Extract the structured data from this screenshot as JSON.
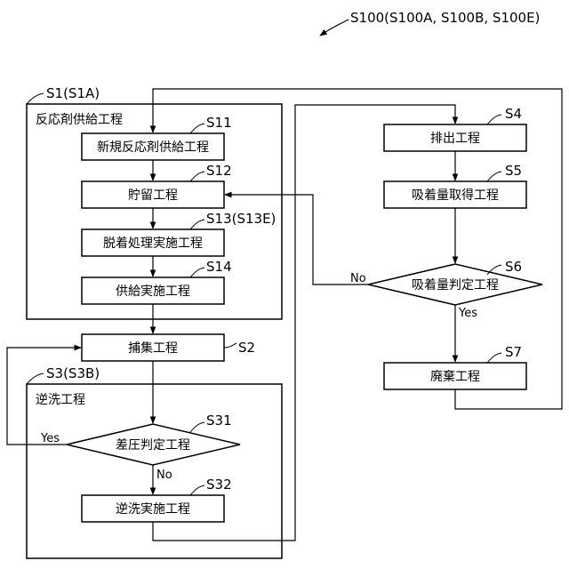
{
  "title": "S100(S100A, S100B, S100E)",
  "groups": {
    "s1": {
      "id": "S1(S1A)",
      "name": "反応剤供給工程"
    },
    "s3": {
      "id": "S3(S3B)",
      "name": "逆洗工程"
    }
  },
  "steps": {
    "s11": {
      "id": "S11",
      "label": "新規反応剤供給工程"
    },
    "s12": {
      "id": "S12",
      "label": "貯留工程"
    },
    "s13": {
      "id": "S13(S13E)",
      "label": "脱着処理実施工程"
    },
    "s14": {
      "id": "S14",
      "label": "供給実施工程"
    },
    "s2": {
      "id": "S2",
      "label": "捕集工程"
    },
    "s31": {
      "id": "S31",
      "label": "差圧判定工程"
    },
    "s32": {
      "id": "S32",
      "label": "逆洗実施工程"
    },
    "s4": {
      "id": "S4",
      "label": "排出工程"
    },
    "s5": {
      "id": "S5",
      "label": "吸着量取得工程"
    },
    "s6": {
      "id": "S6",
      "label": "吸着量判定工程"
    },
    "s7": {
      "id": "S7",
      "label": "廃棄工程"
    }
  },
  "branches": {
    "s31_yes": "Yes",
    "s31_no": "No",
    "s6_yes": "Yes",
    "s6_no": "No"
  }
}
